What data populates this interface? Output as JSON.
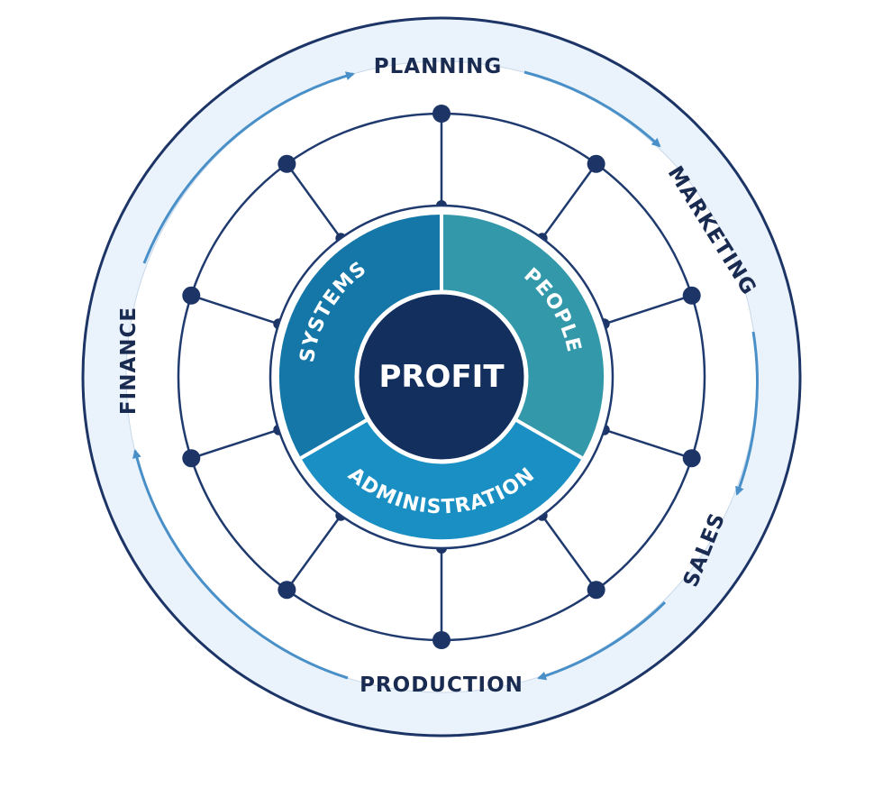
{
  "center": {
    "label": "PROFIT"
  },
  "segments": [
    {
      "id": "systems",
      "label": "SYSTEMS",
      "color": "#1477a8"
    },
    {
      "id": "people",
      "label": "PEOPLE",
      "color": "#3399aa"
    },
    {
      "id": "administration",
      "label": "ADMINISTRATION",
      "color": "#1a8fc4"
    }
  ],
  "cycle": [
    {
      "id": "planning",
      "label": "PLANNING"
    },
    {
      "id": "marketing",
      "label": "MARKETING"
    },
    {
      "id": "sales",
      "label": "SALES"
    },
    {
      "id": "production",
      "label": "PRODUCTION"
    },
    {
      "id": "finance",
      "label": "FINANCE"
    }
  ],
  "colors": {
    "outer_ring_fill": "#eaf2fb",
    "outer_ring_stroke": "#1c3466",
    "center_fill": "#132f5e",
    "arrow": "#4a90c8",
    "line": "#1f3a6e"
  }
}
